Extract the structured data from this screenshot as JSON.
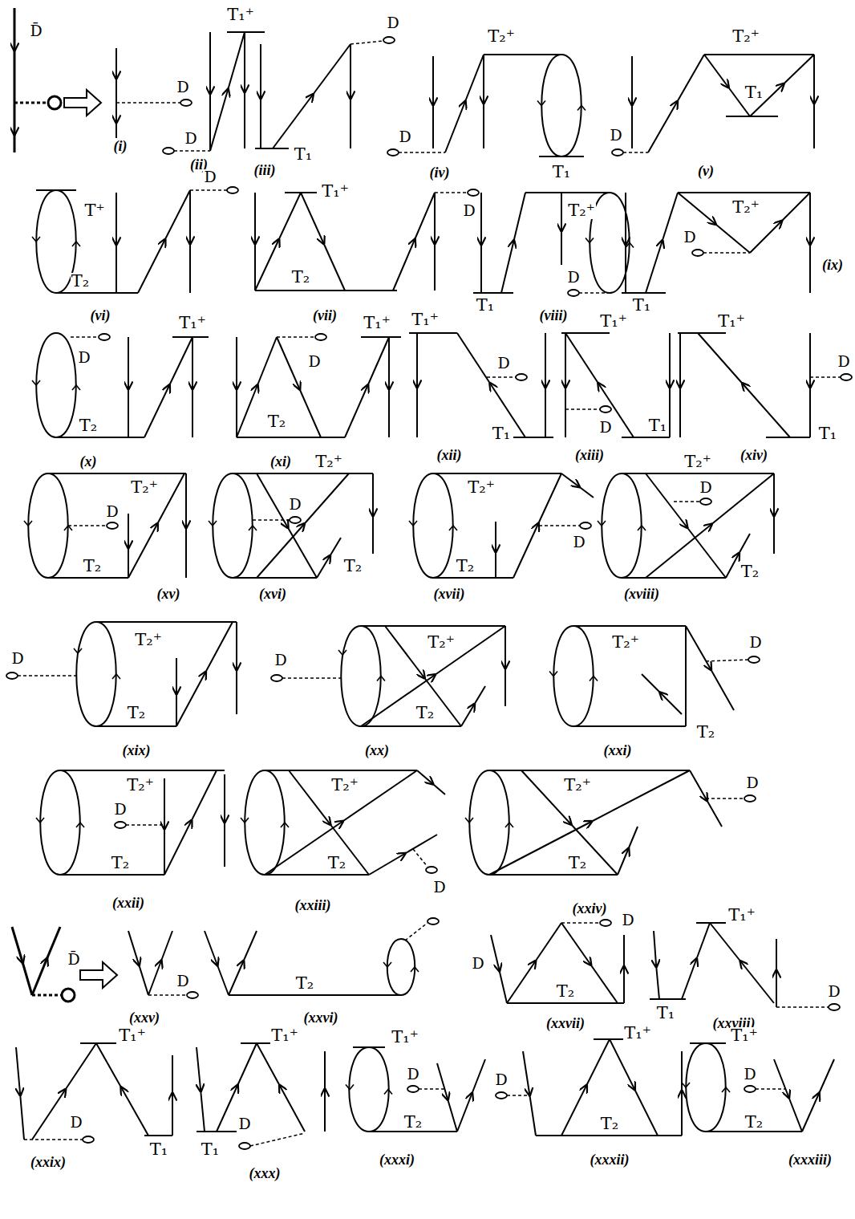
{
  "diagram": {
    "labels": [
      "D̄",
      "D",
      "(i)",
      "T₁⁺",
      "D",
      "(ii)",
      "T₁",
      "D",
      "(iii)",
      "T₂⁺",
      "T₁",
      "D",
      "(iv)",
      "T₂⁺",
      "T₁",
      "D",
      "(v)",
      "T⁺",
      "T₂",
      "D",
      "(vi)",
      "T₁⁺",
      "T₂",
      "D",
      "(vii)",
      "T₁",
      "T₂⁺",
      "D",
      "(viii)",
      "T₁",
      "T₂⁺",
      "D",
      "(ix)",
      "D",
      "T₂",
      "T₁⁺",
      "(x)",
      "D",
      "T₂",
      "T₁⁺",
      "(xi)",
      "T₁⁺",
      "D",
      "T₁",
      "(xii)",
      "T₁⁺",
      "D",
      "T₁",
      "(xiii)",
      "T₁⁺",
      "D",
      "T₁",
      "(xiv)",
      "T₂⁺",
      "D",
      "T₂",
      "(xv)",
      "T₂⁺",
      "D",
      "T₂",
      "(xvi)",
      "T₂⁺",
      "D",
      "T₂",
      "(xvii)",
      "T₂⁺",
      "D",
      "T₂",
      "(xviii)",
      "D",
      "T₂⁺",
      "T₂",
      "(xix)",
      "D",
      "T₂⁺",
      "T₂",
      "(xx)",
      "T₂⁺",
      "D",
      "T₂",
      "(xxi)",
      "T₂⁺",
      "D",
      "T₂",
      "(xxii)",
      "T₂⁺",
      "T₂",
      "D",
      "(xxiii)",
      "T₂⁺",
      "D",
      "T₂",
      "(xxiv)",
      "D̄",
      "D",
      "(xxv)",
      "T₂",
      "(xxvi)",
      "D",
      "T₂",
      "D",
      "(xxvii)",
      "T₁⁺",
      "T₁",
      "D",
      "(xxviii)",
      "D",
      "T₁⁺",
      "T₁",
      "(xxix)",
      "D",
      "T₁",
      "T₁⁺",
      "(xxx)",
      "T₁⁺",
      "D",
      "T₂",
      "(xxxi)",
      "D",
      "T₁⁺",
      "T₂",
      "(xxxii)",
      "T₁⁺",
      "D",
      "T₂",
      "(xxxiii)"
    ]
  }
}
